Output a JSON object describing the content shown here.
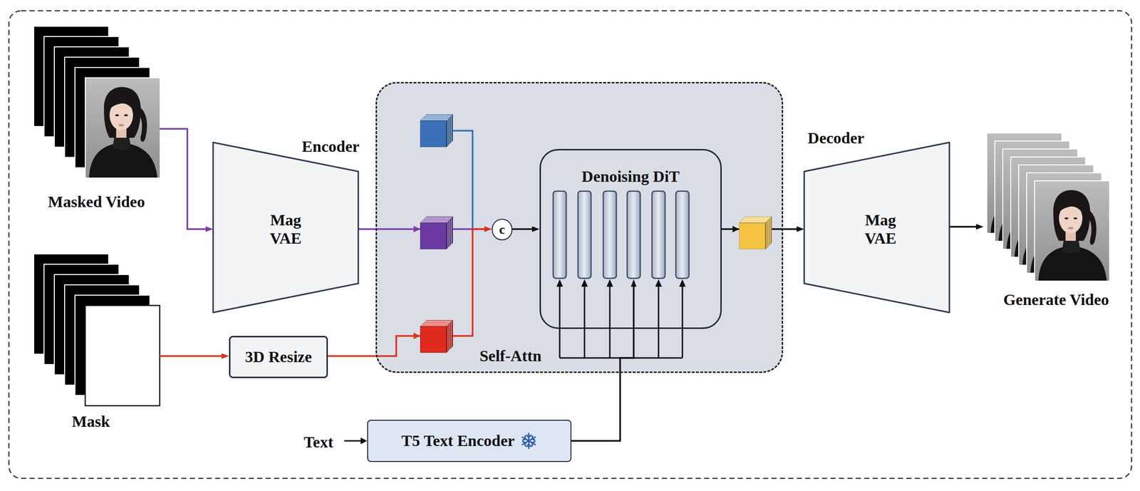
{
  "diagram": {
    "nodes": [
      {
        "text": [
          "Masked Video"
        ]
      },
      {
        "text": [
          "Mask"
        ]
      },
      {
        "text": [
          "Encoder",
          "Mag VAE"
        ]
      },
      {
        "text": [
          "3D Resize"
        ]
      },
      {
        "text": [
          "Self-Attn"
        ]
      },
      {
        "text": [
          "c"
        ],
        "in": 4
      },
      {
        "text": [
          "Denoising DiT"
        ],
        "in": 4
      },
      {
        "text": [
          "Decoder",
          "Mag VAE"
        ]
      },
      {
        "text": [
          "Generate Video"
        ]
      },
      {
        "text": [
          "T5 Text Encoder"
        ]
      }
    ],
    "edges": [
      {
        "from": 0,
        "to": 2,
        "arrow": "to"
      },
      {
        "from": 1,
        "to": 3,
        "arrow": "to"
      },
      {
        "from": 2,
        "to": 5,
        "arrow": "to"
      },
      {
        "from": 3,
        "to": 5,
        "arrow": "to"
      },
      {
        "from": 5,
        "to": 6,
        "arrow": "to"
      },
      {
        "from": 6,
        "to": 7,
        "arrow": "to"
      },
      {
        "from": 7,
        "to": 8,
        "arrow": "to"
      },
      {
        "from": 9,
        "to": 6,
        "arrow": "to"
      }
    ],
    "labels": [
      "Text"
    ]
  }
}
